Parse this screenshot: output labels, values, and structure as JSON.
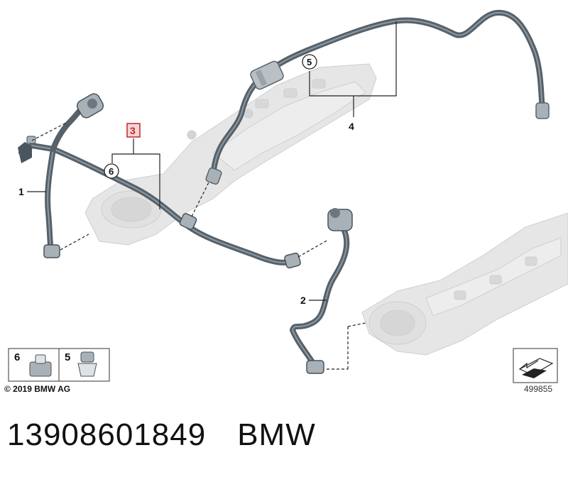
{
  "diagram": {
    "callouts": {
      "part_1": "1",
      "part_2": "2",
      "part_3": "3",
      "part_4": "4",
      "part_5": "5",
      "part_6": "6"
    },
    "legend": {
      "item_6": "6",
      "item_5": "5"
    },
    "copyright": "© 2019 BMW AG",
    "drawing_number": "499855",
    "colors": {
      "hose": "#56616a",
      "hose_highlight": "#8e98a0",
      "ghost_part": "#dedede",
      "highlight_box": "#c0282d"
    }
  },
  "footer": {
    "part_number": "13908601849",
    "brand": "BMW"
  }
}
